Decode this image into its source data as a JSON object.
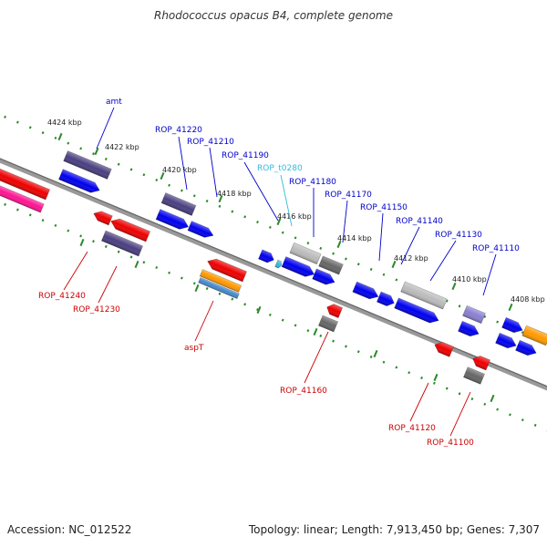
{
  "title": "Rhodococcus opacus B4, complete genome",
  "footer": {
    "accession": "Accession: NC_012522",
    "summary": "Topology: linear; Length: 7,913,450 bp; Genes: 7,307"
  },
  "colors": {
    "backbone": "#888888",
    "tick_dots": "#2a8a2a",
    "forward_label": "#0000cc",
    "reverse_label": "#cc0000",
    "rna_label": "#33bbdd",
    "blue": "#0000ee",
    "purple": "#4a3f80",
    "red": "#ee0000",
    "pink": "#ff1493",
    "grey": "#bbbbbb",
    "darkgrey": "#666666",
    "orange": "#ff9900",
    "lightpurple": "#8a7fd0"
  },
  "ticks": [
    {
      "label": "4424 kbp"
    },
    {
      "label": "4422 kbp"
    },
    {
      "label": "4420 kbp"
    },
    {
      "label": "4418 kbp"
    },
    {
      "label": "4416 kbp"
    },
    {
      "label": "4414 kbp"
    },
    {
      "label": "4412 kbp"
    },
    {
      "label": "4410 kbp"
    },
    {
      "label": "4408 kbp"
    }
  ],
  "gene_labels": [
    {
      "text": "amt",
      "strand": "forward"
    },
    {
      "text": "ROP_41220",
      "strand": "forward"
    },
    {
      "text": "ROP_41210",
      "strand": "forward"
    },
    {
      "text": "ROP_41190",
      "strand": "forward"
    },
    {
      "text": "ROP_t0280",
      "strand": "rna"
    },
    {
      "text": "ROP_41180",
      "strand": "forward"
    },
    {
      "text": "ROP_41170",
      "strand": "forward"
    },
    {
      "text": "ROP_41150",
      "strand": "forward"
    },
    {
      "text": "ROP_41140",
      "strand": "forward"
    },
    {
      "text": "ROP_41130",
      "strand": "forward"
    },
    {
      "text": "ROP_41110",
      "strand": "forward"
    },
    {
      "text": "ROP_41240",
      "strand": "reverse"
    },
    {
      "text": "ROP_41230",
      "strand": "reverse"
    },
    {
      "text": "aspT",
      "strand": "reverse"
    },
    {
      "text": "ROP_41160",
      "strand": "reverse"
    },
    {
      "text": "ROP_41120",
      "strand": "reverse"
    },
    {
      "text": "ROP_41100",
      "strand": "reverse"
    }
  ]
}
